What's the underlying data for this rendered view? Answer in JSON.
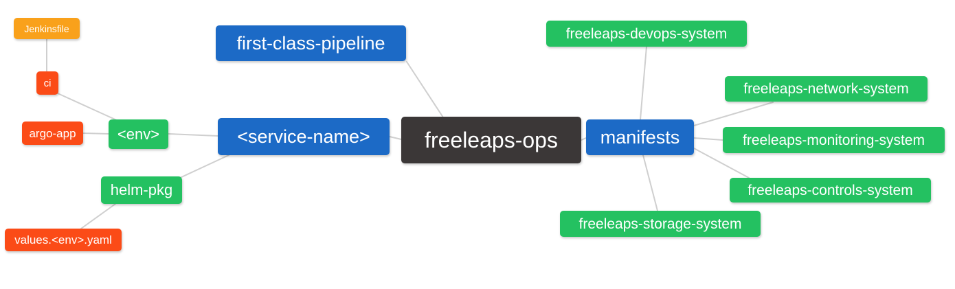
{
  "diagram": {
    "type": "mindmap",
    "background": "#ffffff",
    "colors": {
      "root_node": "#3b3737",
      "branch_node": "#1c6ac6",
      "leaf_green": "#24c161",
      "leaf_red": "#fb4b17",
      "leaf_orange": "#f9a11b",
      "edge_line": "#cfcfcf",
      "node_text": "#ffffff"
    },
    "nodes": {
      "freeleaps_ops": {
        "label": "freeleaps-ops",
        "role": "root",
        "color": "#3b3737"
      },
      "first_class_pipeline": {
        "label": "first-class-pipeline",
        "role": "branch",
        "color": "#1c6ac6"
      },
      "service_name": {
        "label": "<service-name>",
        "role": "branch",
        "color": "#1c6ac6"
      },
      "manifests": {
        "label": "manifests",
        "role": "branch",
        "color": "#1c6ac6"
      },
      "env": {
        "label": "<env>",
        "role": "sub-branch",
        "color": "#24c161"
      },
      "helm_pkg": {
        "label": "helm-pkg",
        "role": "sub-branch",
        "color": "#24c161"
      },
      "ci": {
        "label": "ci",
        "role": "leaf",
        "color": "#fb4b17"
      },
      "argo_app": {
        "label": "argo-app",
        "role": "leaf",
        "color": "#fb4b17"
      },
      "jenkinsfile": {
        "label": "Jenkinsfile",
        "role": "leaf",
        "color": "#f9a11b"
      },
      "values_env_yaml": {
        "label": "values.<env>.yaml",
        "role": "leaf",
        "color": "#fb4b17"
      },
      "devops_system": {
        "label": "freeleaps-devops-system",
        "role": "leaf",
        "color": "#24c161"
      },
      "network_system": {
        "label": "freeleaps-network-system",
        "role": "leaf",
        "color": "#24c161"
      },
      "monitoring_system": {
        "label": "freeleaps-monitoring-system",
        "role": "leaf",
        "color": "#24c161"
      },
      "controls_system": {
        "label": "freeleaps-controls-system",
        "role": "leaf",
        "color": "#24c161"
      },
      "storage_system": {
        "label": "freeleaps-storage-system",
        "role": "leaf",
        "color": "#24c161"
      }
    },
    "edges": [
      {
        "from": "ci",
        "to": "jenkinsfile"
      },
      {
        "from": "env",
        "to": "ci"
      },
      {
        "from": "env",
        "to": "argo_app"
      },
      {
        "from": "service_name",
        "to": "env"
      },
      {
        "from": "service_name",
        "to": "helm_pkg"
      },
      {
        "from": "helm_pkg",
        "to": "values_env_yaml"
      },
      {
        "from": "freeleaps_ops",
        "to": "service_name"
      },
      {
        "from": "freeleaps_ops",
        "to": "first_class_pipeline"
      },
      {
        "from": "freeleaps_ops",
        "to": "manifests"
      },
      {
        "from": "manifests",
        "to": "devops_system"
      },
      {
        "from": "manifests",
        "to": "network_system"
      },
      {
        "from": "manifests",
        "to": "monitoring_system"
      },
      {
        "from": "manifests",
        "to": "controls_system"
      },
      {
        "from": "manifests",
        "to": "storage_system"
      }
    ]
  }
}
